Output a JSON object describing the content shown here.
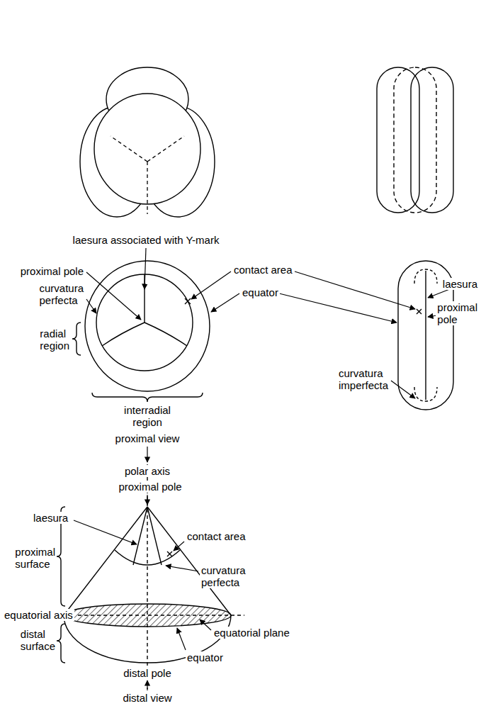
{
  "diagram": {
    "labels": [
      "laesura associated with Y-mark",
      "proximal pole",
      "contact area",
      "curvatura perfecta",
      "equator",
      "laesura",
      "proximal pole",
      "radial region",
      "curvatura imperfecta",
      "interradial region",
      "proximal view",
      "polar axis",
      "proximal pole",
      "laesura",
      "contact area",
      "proximal surface",
      "curvatura perfecta",
      "equatorial axis",
      "equatorial plane",
      "distal surface",
      "equator",
      "distal pole",
      "distal view"
    ]
  }
}
